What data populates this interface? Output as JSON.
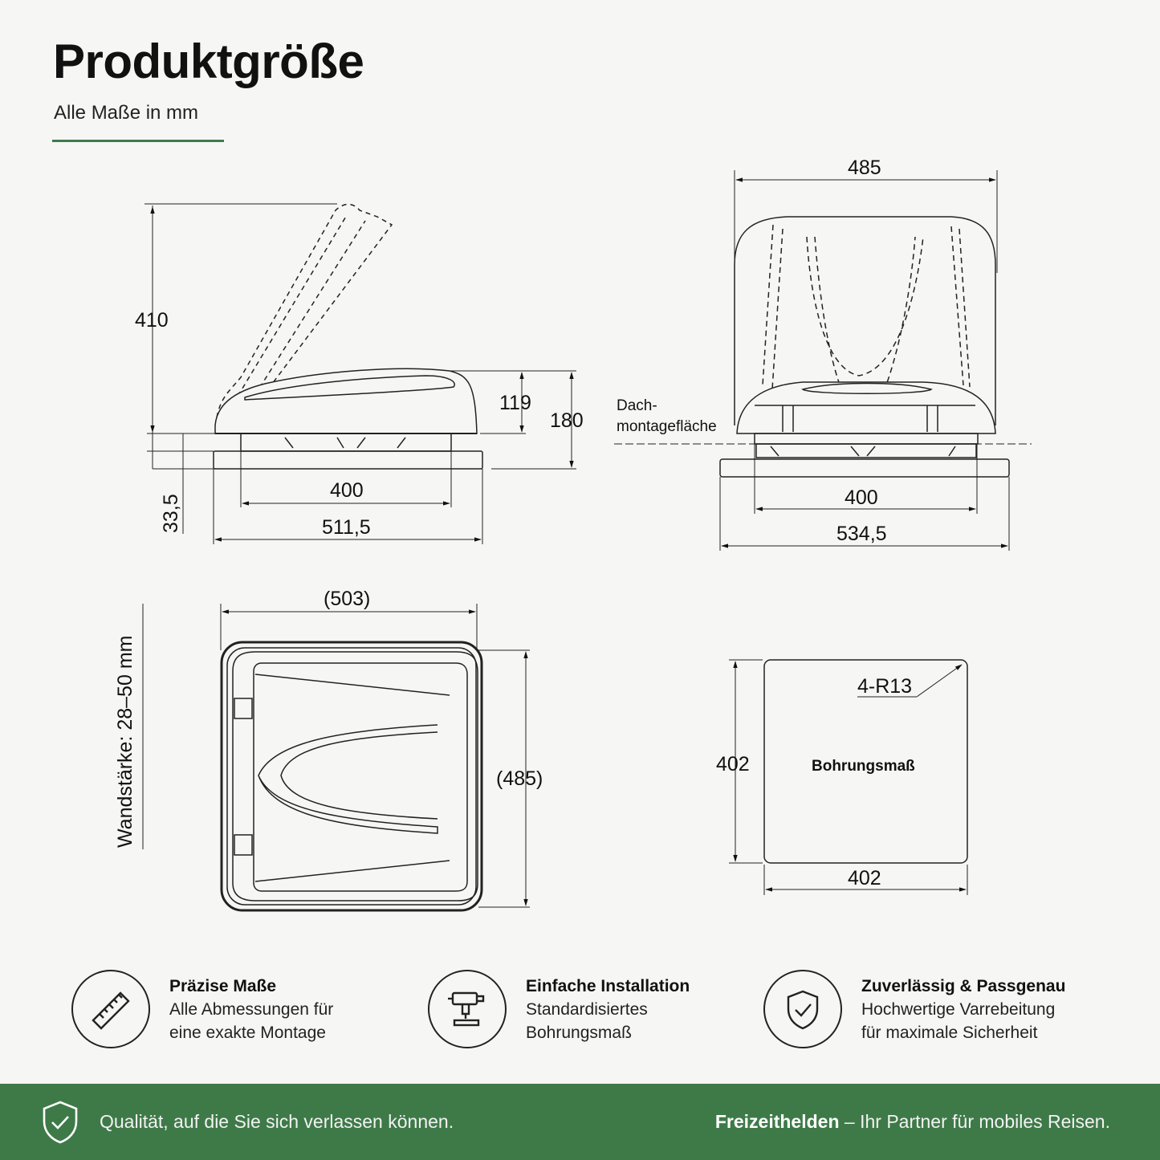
{
  "header": {
    "title": "Produktgröße",
    "subtitle": "Alle Maße in mm"
  },
  "drawings": {
    "side": {
      "height_open": "410",
      "height_lid": "119",
      "height_total": "180",
      "base_height": "33,5",
      "inner_width": "400",
      "outer_width": "511,5"
    },
    "front": {
      "top_width": "485",
      "mount_label_line1": "Dach-",
      "mount_label_line2": "montagefläche",
      "inner_width": "400",
      "outer_width": "534,5"
    },
    "top": {
      "wall_thickness": "Wandstärke: 28–50 mm",
      "width": "(503)",
      "depth": "(485)"
    },
    "cutout": {
      "radius": "4-R13",
      "label": "Bohrungsmaß",
      "height": "402",
      "width": "402"
    }
  },
  "features": [
    {
      "icon": "ruler-icon",
      "title": "Präzise Maße",
      "line1": "Alle Abmessungen für",
      "line2": "eine exakte Montage"
    },
    {
      "icon": "drill-icon",
      "title": "Einfache Installation",
      "line1": "Standardisiertes",
      "line2": "Bohrungsmaß"
    },
    {
      "icon": "shield-check-icon",
      "title": "Zuverlässig & Passgenau",
      "line1": "Hochwertige Varrebeitung",
      "line2": "für maximale Sicherheit"
    }
  ],
  "footer": {
    "tagline": "Qualität, auf die Sie sich verlassen können.",
    "brand": "Freizeithelden",
    "brand_suffix": " – Ihr Partner für mobiles Reisen.",
    "background_color": "#3e7a48"
  }
}
